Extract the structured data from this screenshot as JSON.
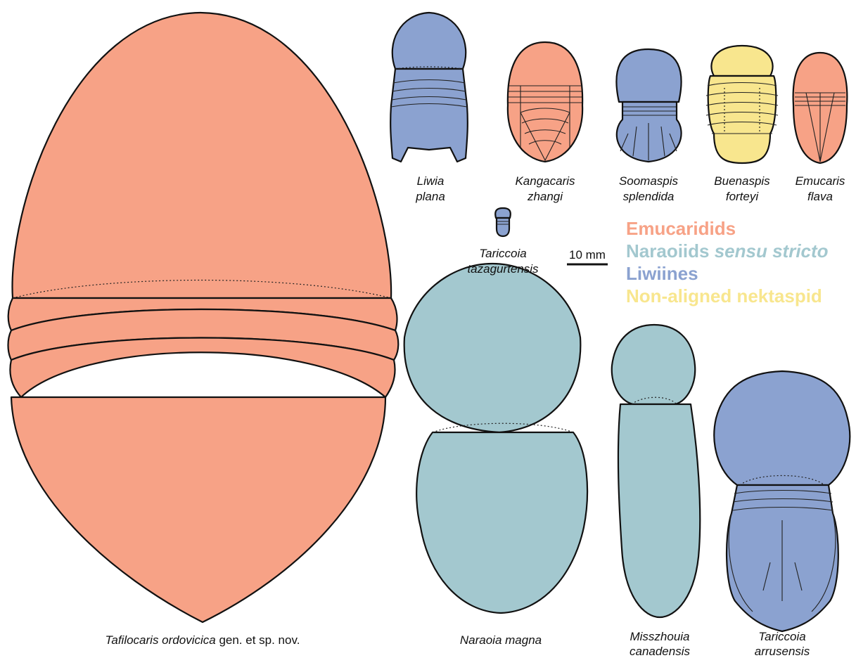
{
  "colors": {
    "emucaridids": "#F7A286",
    "naraoiids": "#A3C8CF",
    "liwiines": "#8BA2D0",
    "non_aligned": "#F8E68E",
    "outline": "#111111"
  },
  "legend": {
    "emucaridids": "Emucaridids",
    "naraoiids_main": "Naraoiids ",
    "naraoiids_italic": "sensu stricto",
    "liwiines": "Liwiines",
    "non_aligned": "Non-aligned nektaspid"
  },
  "scale_bar": {
    "label": "10 mm"
  },
  "taxa": {
    "tafilocaris": {
      "genus": "Tafilocaris ordovicica",
      "suffix": " gen. et sp. nov.",
      "group": "emucaridids"
    },
    "liwia": {
      "line1": "Liwia",
      "line2": "plana",
      "group": "liwiines"
    },
    "kangacaris": {
      "line1": "Kangacaris",
      "line2": "zhangi",
      "group": "emucaridids"
    },
    "soomaspis": {
      "line1": "Soomaspis",
      "line2": "splendida",
      "group": "liwiines"
    },
    "buenaspis": {
      "line1": "Buenaspis",
      "line2": "forteyi",
      "group": "non_aligned"
    },
    "emucaris": {
      "line1": "Emucaris",
      "line2": "flava",
      "group": "emucaridids"
    },
    "tariccoia_taz": {
      "line1": "Tariccoia",
      "line2": "tazagurtensis",
      "group": "liwiines"
    },
    "naraoia": {
      "line1": "Naraoia magna",
      "group": "naraoiids"
    },
    "misszhouia": {
      "line1": "Misszhouia",
      "line2": "canadensis",
      "group": "naraoiids"
    },
    "tariccoia_arr": {
      "line1": "Tariccoia",
      "line2": "arrusensis",
      "group": "liwiines"
    }
  }
}
